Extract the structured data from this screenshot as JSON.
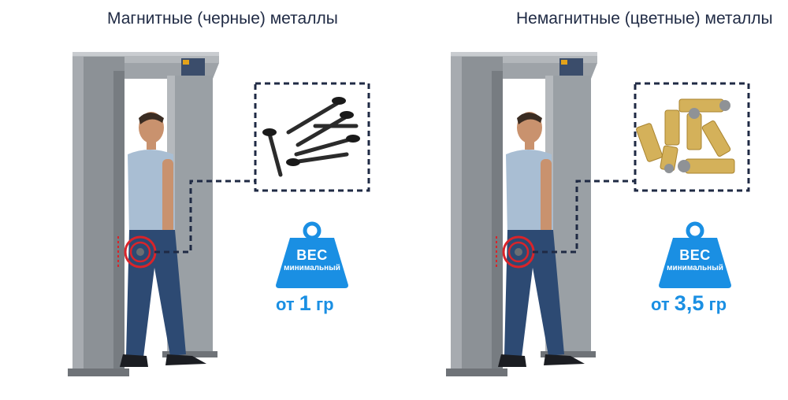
{
  "left": {
    "title": "Магнитные (черные) металлы",
    "metal_icon": "black-screws-icon",
    "weight_badge": {
      "title": "ВЕС",
      "subtitle": "минимальный"
    },
    "min_weight": {
      "prefix": "от",
      "value": "1",
      "unit": "гр"
    }
  },
  "right": {
    "title": "Немагнитные (цветные) металлы",
    "metal_icon": "brass-cartridges-icon",
    "weight_badge": {
      "title": "ВЕС",
      "subtitle": "минимальный"
    },
    "min_weight": {
      "prefix": "от",
      "value": "3,5",
      "unit": "гр"
    }
  },
  "colors": {
    "accent_blue": "#1a8fe3",
    "frame_gray": "#8c9196",
    "callout_navy": "#1f2a44",
    "target_red": "#d9242a"
  }
}
